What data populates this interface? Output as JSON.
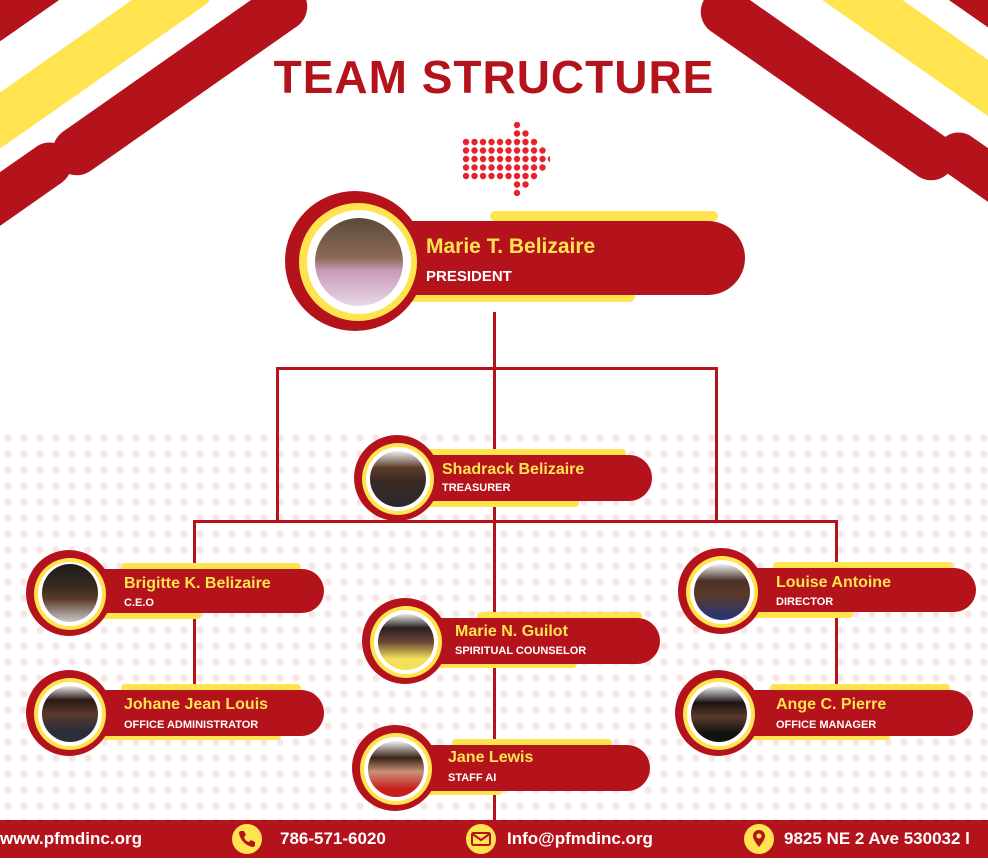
{
  "title": "TEAM STRUCTURE",
  "colors": {
    "red": "#b5131b",
    "yellow": "#ffe34f",
    "white": "#ffffff"
  },
  "members": {
    "president": {
      "name": "Marie T. Belizaire",
      "role": "PRESIDENT"
    },
    "treasurer": {
      "name": "Shadrack Belizaire",
      "role": "TREASURER"
    },
    "ceo": {
      "name": "Brigitte K. Belizaire",
      "role": "C.E.O"
    },
    "director": {
      "name": "Louise Antoine",
      "role": "DIRECTOR"
    },
    "counselor": {
      "name": "Marie N. Guilot",
      "role": "SPIRITUAL COUNSELOR"
    },
    "office_admin": {
      "name": "Johane Jean Louis",
      "role": "OFFICE ADMINISTRATOR"
    },
    "office_manager": {
      "name": "Ange  C. Pierre",
      "role": "OFFICE MANAGER"
    },
    "staff": {
      "name": "Jane Lewis",
      "role": "STAFF AI"
    }
  },
  "footer": {
    "website": "www.pfmdinc.org",
    "phone": "786-571-6020",
    "email": "Info@pfmdinc.org",
    "address": "9825 NE 2 Ave 530032 l"
  },
  "icons": [
    "arrow-right-dots-icon",
    "phone-icon",
    "envelope-icon",
    "location-pin-icon"
  ]
}
